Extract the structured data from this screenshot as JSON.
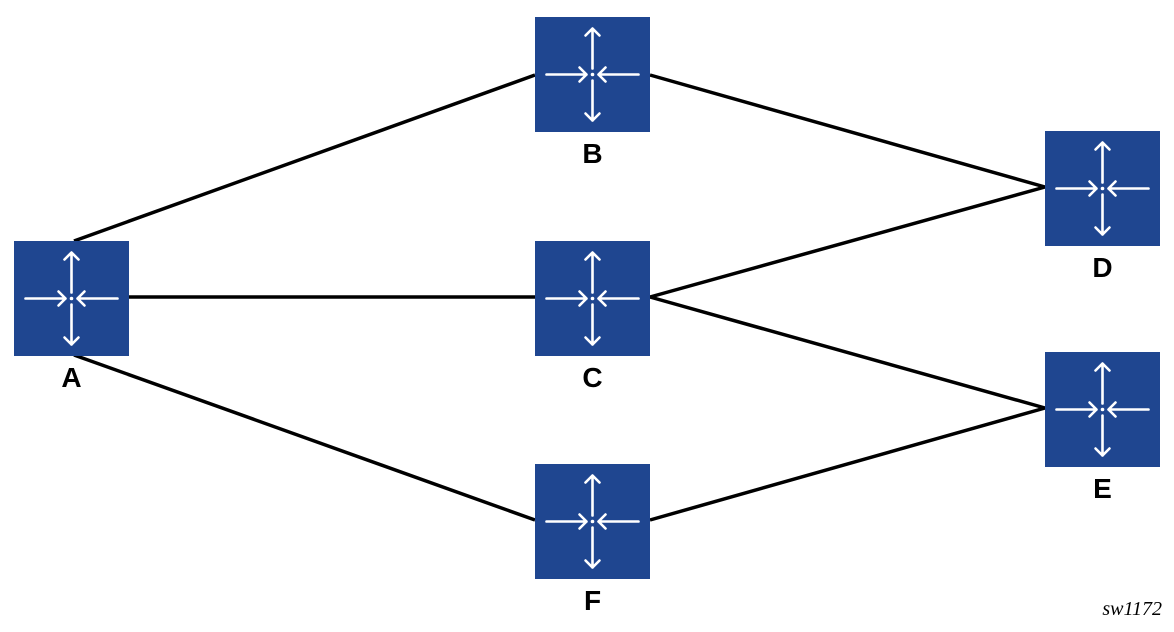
{
  "diagram": {
    "router_color": "#1f4690",
    "link_color": "#000000",
    "router_icon": "router-icon",
    "nodes": [
      {
        "id": "A",
        "label": "A"
      },
      {
        "id": "B",
        "label": "B"
      },
      {
        "id": "C",
        "label": "C"
      },
      {
        "id": "D",
        "label": "D"
      },
      {
        "id": "E",
        "label": "E"
      },
      {
        "id": "F",
        "label": "F"
      }
    ],
    "links": [
      {
        "from": "A",
        "to": "B"
      },
      {
        "from": "A",
        "to": "C"
      },
      {
        "from": "A",
        "to": "F"
      },
      {
        "from": "B",
        "to": "D"
      },
      {
        "from": "C",
        "to": "D"
      },
      {
        "from": "C",
        "to": "E"
      },
      {
        "from": "F",
        "to": "E"
      }
    ],
    "figure_id": "sw1172"
  }
}
